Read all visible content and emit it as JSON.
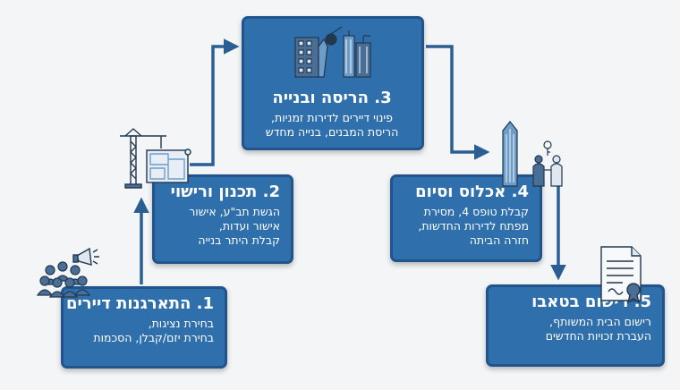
{
  "steps": [
    {
      "title": "1. התארגנות דיירים",
      "lines": [
        "בחירת נציגות,",
        "בחירת יזם/קבלן, הסכמות"
      ],
      "icon": "people-megaphone-icon"
    },
    {
      "title": "2. תכנון ורישוי",
      "lines": [
        "הגשת תב\"ע, אישור",
        "אישור ועדות,",
        "קבלת היתר בנייה"
      ],
      "icon": "crane-blueprint-icon"
    },
    {
      "title": "3. הריסה ובנייה",
      "lines": [
        "פינוי דיירים לדירות זמניות,",
        "הריסת המבנים, בנייה מחדש"
      ],
      "icon": "demolition-building-icon"
    },
    {
      "title": "4. אכלוס וסיום",
      "lines": [
        "קבלת טופס 4, מסירת",
        "מפתח לדירות החדשות,",
        "חזרה הביתה"
      ],
      "icon": "tower-key-handover-icon"
    },
    {
      "title": "5. רישום בטאבו",
      "lines": [
        "רישום הבית המשותף,",
        "העברת זכויות החדשים"
      ],
      "icon": "certificate-icon"
    }
  ],
  "colors": {
    "box_fill": "#2f6fab",
    "box_border": "#20548a",
    "arrow": "#2b5f94",
    "icon_dark": "#2d4a66",
    "icon_light": "#6e9cc9",
    "background": "#f4f5f7"
  }
}
